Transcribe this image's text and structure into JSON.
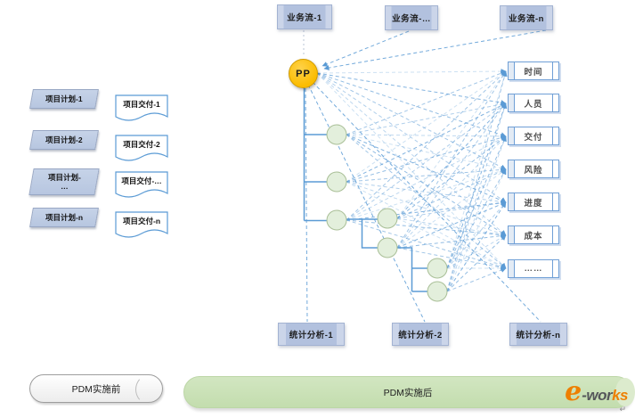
{
  "top_boxes": [
    "业务流-1",
    "业务流-…",
    "业务流-n"
  ],
  "plans": [
    "项目计划-1",
    "项目计划-2",
    "项目计划-",
    "项目计划-n"
  ],
  "plan3_line2": "…",
  "deliverables": [
    "项目交付-1",
    "项目交付-2",
    "项目交付-…",
    "项目交付-n"
  ],
  "root_label": "PP",
  "right_boxes": [
    "时间",
    "人员",
    "交付",
    "风险",
    "进度",
    "成本",
    "……"
  ],
  "bottom_boxes": [
    "统计分析-1",
    "统计分析-2",
    "统计分析-n"
  ],
  "legend_before": "PDM实施前",
  "legend_after": "PDM实施后",
  "logo": {
    "e": "e",
    "mid": "-wor",
    "tail": "ks",
    "return_mark": "↵"
  },
  "colors": {
    "accent_blue": "#5B9BD5",
    "node_orange": "#FFC000",
    "node_green": "#E3EFDC",
    "box_blue": "#B4C3DF",
    "bar_green": "#C7DFB4",
    "logo_orange": "#EE7F01"
  }
}
